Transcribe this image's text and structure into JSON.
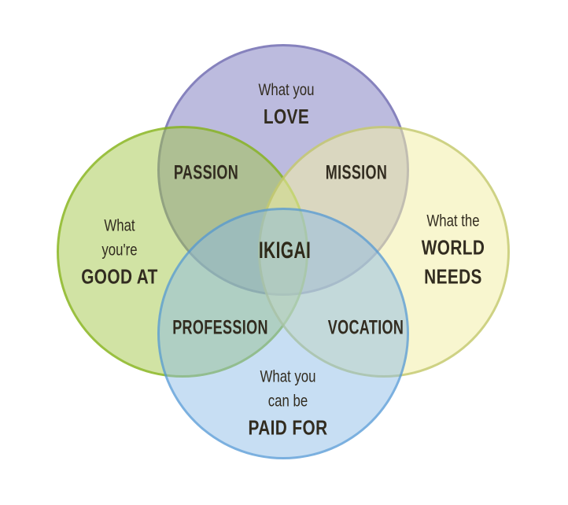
{
  "diagram": {
    "type": "venn-4-circles",
    "background": "#ffffff",
    "text_color": "#322c20",
    "center": {
      "label": "IKIGAI"
    },
    "circles": {
      "love": {
        "line1": "What you",
        "line2": "LOVE",
        "fill": "#bcbadf",
        "border": "#8f8cc6"
      },
      "good_at": {
        "line1": "What",
        "line2": "you're",
        "line3": "GOOD AT",
        "fill": "#cfe0a2",
        "border": "#a3c44c"
      },
      "world_needs": {
        "line1": "What the",
        "line2": "WORLD",
        "line3": "NEEDS",
        "fill": "#f8f6cf",
        "border": "#cdd37f"
      },
      "paid_for": {
        "line1": "What you",
        "line2": "can be",
        "line3": "PAID FOR",
        "fill": "#c8dff3",
        "border": "#7fb8e8"
      }
    },
    "intersections": {
      "passion": "PASSION",
      "mission": "MISSION",
      "profession": "PROFESSION",
      "vocation": "VOCATION"
    }
  }
}
